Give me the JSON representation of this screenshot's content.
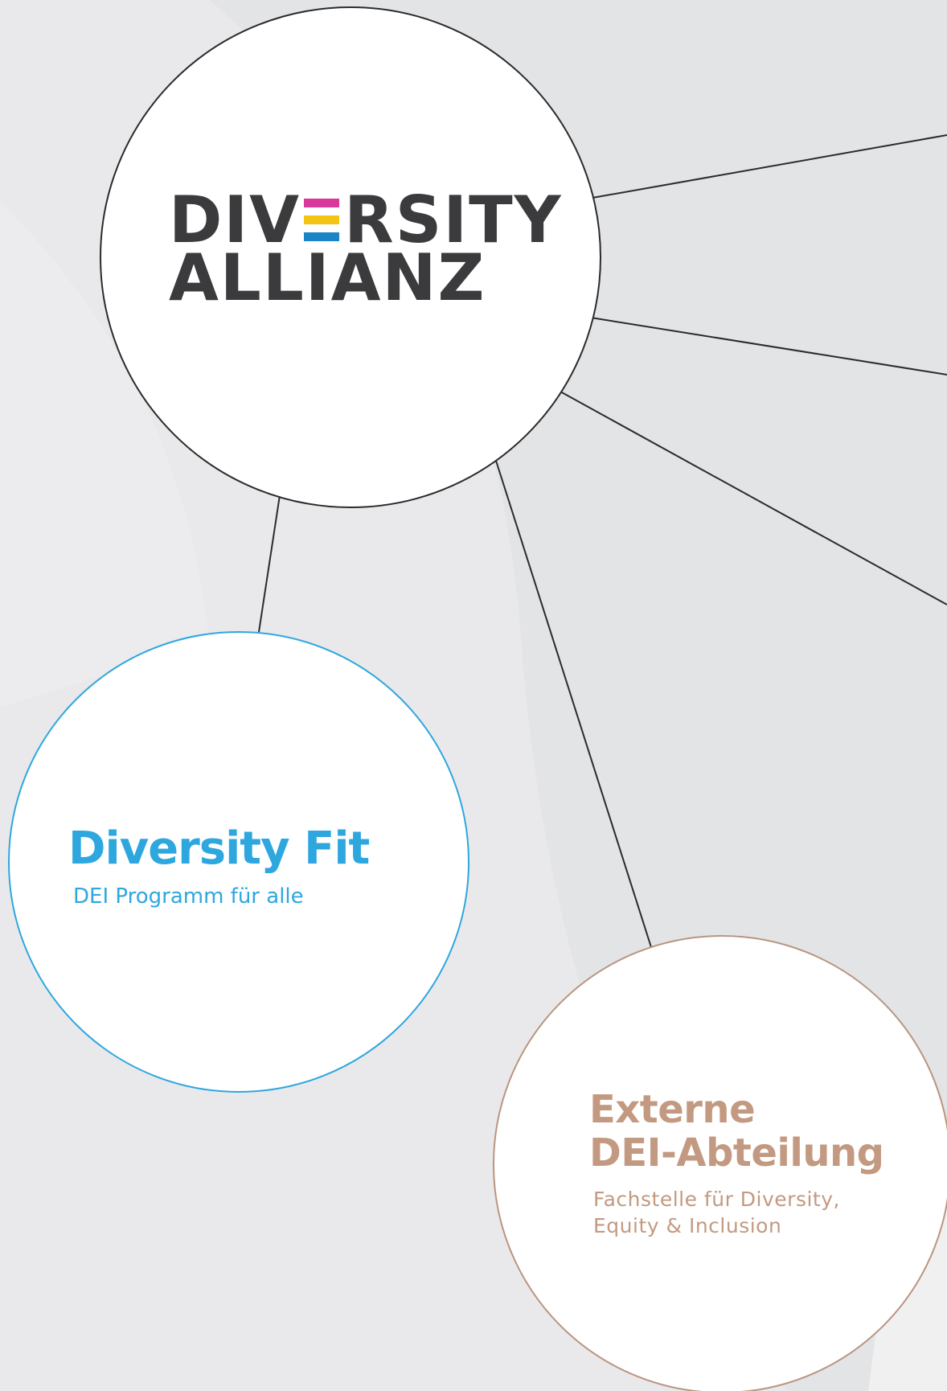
{
  "colors": {
    "background": "#e3e4e6",
    "main_border": "#2b2b2d",
    "logo_text": "#3b3b3d",
    "logo_bar_top": "#d8399b",
    "logo_bar_middle": "#f2c514",
    "logo_bar_bottom": "#1b84c6",
    "fit_accent": "#2ea7df",
    "dei_accent": "#c39a81"
  },
  "main_node": {
    "logo_line1_left": "DIV",
    "logo_line1_right": "RSITY",
    "logo_line2": "ALLIANZ"
  },
  "fit_node": {
    "title": "Diversity Fit",
    "subtitle": "DEI Programm für alle"
  },
  "dei_node": {
    "title_line1": "Externe",
    "title_line2": "DEI-Abteilung",
    "subtitle_line1": "Fachstelle für Diversity,",
    "subtitle_line2": "Equity & Inclusion"
  }
}
